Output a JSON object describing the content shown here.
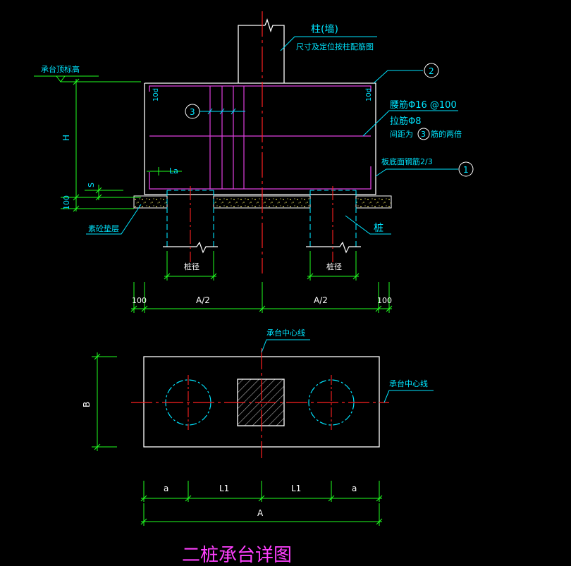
{
  "colors": {
    "background": "#000000",
    "outline": "#ffffff",
    "centerline": "#ff2020",
    "rebar": "#e040e0",
    "dimension": "#20ff20",
    "leader": "#00e5ff",
    "label": "#00e5ff",
    "pile_dash": "#00e5ff",
    "title": "#ff40ff",
    "hatch": "#b0b0b0",
    "gravel": "#e8e060"
  },
  "section": {
    "column_label": "柱(墙)",
    "column_note": "尺寸及定位按柱配筋图",
    "cap_top_elev_label": "承台顶标高",
    "dim_h": "H",
    "dim_s": "S",
    "dim_100_left": "100",
    "label_10d_left": "10d",
    "label_10d_right": "10d",
    "waist_bar": "腰筋Φ16 @100",
    "tie_bar": "拉筋Φ8",
    "tie_spacing_prefix": "间距为",
    "tie_spacing_suffix": "筋的两倍",
    "bottom_bar_note": "板底面钢筋2/3",
    "la_label": "La",
    "pile_label": "桩",
    "bedding_label": "素砼垫层",
    "pile_dia_left": "桩径",
    "pile_dia_right": "桩径",
    "marker_1": "1",
    "marker_2": "2",
    "marker_3": "3",
    "marker_3b": "3"
  },
  "section_dims": {
    "d100_left": "100",
    "a_half_left": "A/2",
    "a_half_right": "A/2",
    "d100_right": "100"
  },
  "plan": {
    "center_line_top": "承台中心线",
    "center_line_right": "承台中心线",
    "dim_b": "B",
    "dim_a_left": "a",
    "dim_l1_left": "L1",
    "dim_l1_right": "L1",
    "dim_a_right": "a",
    "dim_a_total": "A"
  },
  "title": "二桩承台详图"
}
